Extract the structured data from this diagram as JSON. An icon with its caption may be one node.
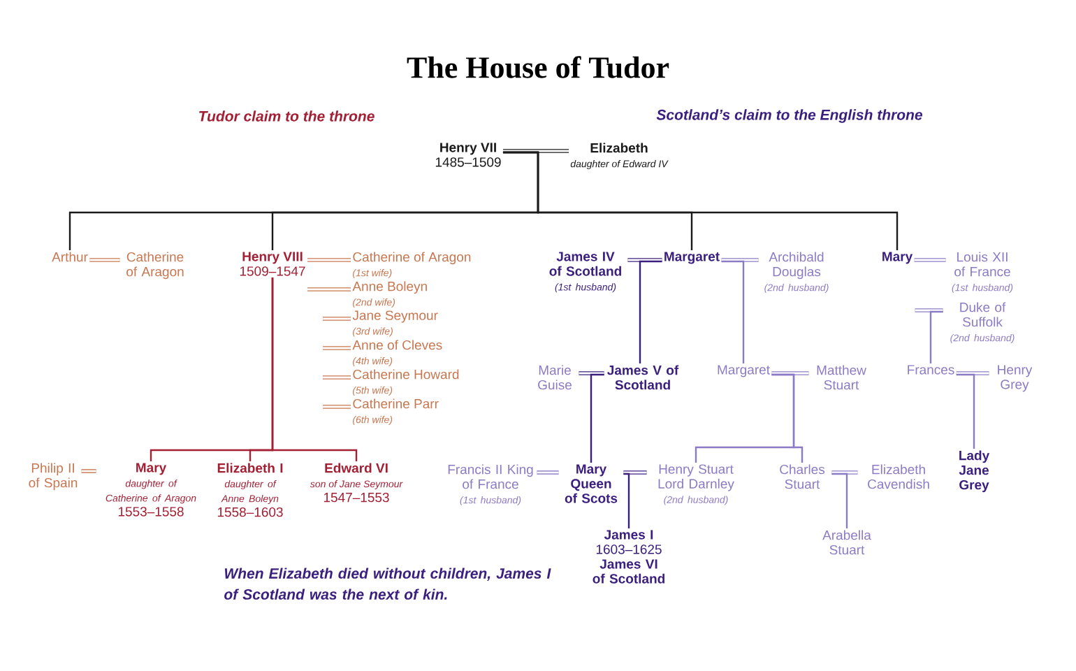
{
  "diagram": {
    "title": "The House of Tudor",
    "nodes": [
      {
        "text": [
          "Henry VII",
          "1485–1509"
        ]
      },
      {
        "text": [
          "Elizabeth",
          "daughter of Edward IV"
        ]
      },
      {
        "text": [
          "Arthur"
        ]
      },
      {
        "text": [
          "Catherine of Aragon"
        ]
      },
      {
        "text": [
          "Henry VIII",
          "1509–1547"
        ]
      },
      {
        "text": [
          "Catherine of Aragon",
          "(1st wife)"
        ]
      },
      {
        "text": [
          "Anne Boleyn",
          "(2nd wife)"
        ]
      },
      {
        "text": [
          "Jane Seymour",
          "(3rd wife)"
        ]
      },
      {
        "text": [
          "Anne of Cleves",
          "(4th wife)"
        ]
      },
      {
        "text": [
          "Catherine Howard",
          "(5th wife)"
        ]
      },
      {
        "text": [
          "Catherine Parr",
          "(6th wife)"
        ]
      },
      {
        "text": [
          "James IV of Scotland",
          "(1st husband)"
        ]
      },
      {
        "text": [
          "Margaret"
        ]
      },
      {
        "text": [
          "Archibald Douglas",
          "(2nd husband)"
        ]
      },
      {
        "text": [
          "Mary"
        ]
      },
      {
        "text": [
          "Louis XII of France",
          "(1st husband)"
        ]
      },
      {
        "text": [
          "Duke of Suffolk",
          "(2nd husband)"
        ]
      },
      {
        "text": [
          "Marie Guise"
        ]
      },
      {
        "text": [
          "James V of Scotland"
        ]
      },
      {
        "text": [
          "Margaret"
        ]
      },
      {
        "text": [
          "Matthew Stuart"
        ]
      },
      {
        "text": [
          "Frances"
        ]
      },
      {
        "text": [
          "Henry Grey"
        ]
      },
      {
        "text": [
          "Philip II of Spain"
        ]
      },
      {
        "text": [
          "Mary",
          "daughter of Catherine of Aragon",
          "1553–1558"
        ]
      },
      {
        "text": [
          "Elizabeth I",
          "daughter of Anne Boleyn",
          "1558–1603"
        ]
      },
      {
        "text": [
          "Edward VI",
          "son of Jane Seymour",
          "1547–1553"
        ]
      },
      {
        "text": [
          "Francis II King of France",
          "(1st husband)"
        ]
      },
      {
        "text": [
          "Mary Queen of Scots"
        ]
      },
      {
        "text": [
          "Henry Stuart Lord Darnley",
          "(2nd husband)"
        ]
      },
      {
        "text": [
          "Charles Stuart"
        ]
      },
      {
        "text": [
          "Elizabeth Cavendish"
        ]
      },
      {
        "text": [
          "Lady Jane Grey"
        ]
      },
      {
        "text": [
          "James I",
          "1603–1625",
          "James VI of Scotland"
        ]
      },
      {
        "text": [
          "Arabella Stuart"
        ]
      }
    ],
    "edges": [
      {
        "from": 0,
        "to": 1,
        "arrow": "none",
        "color": "#1a1a1a"
      },
      {
        "from": 2,
        "to": 3,
        "arrow": "none",
        "color": "#c8764f"
      },
      {
        "from": 4,
        "to": 5,
        "arrow": "none",
        "color": "#c8764f"
      },
      {
        "from": 4,
        "to": 6,
        "arrow": "none",
        "color": "#c8764f"
      },
      {
        "from": null,
        "to": 7,
        "arrow": "none",
        "color": "#c8764f"
      },
      {
        "from": null,
        "to": 8,
        "arrow": "none",
        "color": "#c8764f"
      },
      {
        "from": null,
        "to": 9,
        "arrow": "none",
        "color": "#c8764f"
      },
      {
        "from": null,
        "to": 10,
        "arrow": "none",
        "color": "#c8764f"
      },
      {
        "from": 11,
        "to": 12,
        "arrow": "none",
        "color": "#3b1f7e"
      },
      {
        "from": 12,
        "to": 13,
        "arrow": "none",
        "color": "#8b7bc4"
      },
      {
        "from": 14,
        "to": 15,
        "arrow": "none",
        "color": "#8b7bc4"
      },
      {
        "from": null,
        "to": 16,
        "arrow": "none",
        "color": "#8b7bc4"
      },
      {
        "from": 17,
        "to": 18,
        "arrow": "none",
        "color": "#3b1f7e"
      },
      {
        "from": 19,
        "to": 20,
        "arrow": "none",
        "color": "#8b7bc4"
      },
      {
        "from": 21,
        "to": 22,
        "arrow": "none",
        "color": "#8b7bc4"
      },
      {
        "from": 23,
        "to": 24,
        "arrow": "none",
        "color": "#c8764f"
      },
      {
        "from": 27,
        "to": 28,
        "arrow": "none",
        "color": "#8b7bc4"
      },
      {
        "from": 28,
        "to": 29,
        "arrow": "none",
        "color": "#3b1f7e"
      },
      {
        "from": 30,
        "to": 31,
        "arrow": "none",
        "color": "#8b7bc4"
      },
      {
        "from": 0,
        "to": 2,
        "arrow": "none",
        "color": "#1a1a1a"
      },
      {
        "from": 0,
        "to": 4,
        "arrow": "none",
        "color": "#1a1a1a"
      },
      {
        "from": 0,
        "to": 12,
        "arrow": "none",
        "color": "#1a1a1a"
      },
      {
        "from": 0,
        "to": 14,
        "arrow": "none",
        "color": "#1a1a1a"
      },
      {
        "from": 4,
        "to": 24,
        "arrow": "none",
        "color": "#a31f34"
      },
      {
        "from": 4,
        "to": 25,
        "arrow": "none",
        "color": "#a31f34"
      },
      {
        "from": 4,
        "to": 26,
        "arrow": "none",
        "color": "#a31f34"
      },
      {
        "from": 12,
        "to": 18,
        "arrow": "none",
        "color": "#3b1f7e"
      },
      {
        "from": 12,
        "to": 19,
        "arrow": "none",
        "color": "#8b7bc4"
      },
      {
        "from": 16,
        "to": 21,
        "arrow": "none",
        "color": "#8b7bc4"
      },
      {
        "from": 18,
        "to": 28,
        "arrow": "none",
        "color": "#3b1f7e"
      },
      {
        "from": 19,
        "to": 29,
        "arrow": "none",
        "color": "#8b7bc4"
      },
      {
        "from": 19,
        "to": 30,
        "arrow": "none",
        "color": "#8b7bc4"
      },
      {
        "from": 21,
        "to": 32,
        "arrow": "none",
        "color": "#8b7bc4"
      },
      {
        "from": 28,
        "to": 33,
        "arrow": "none",
        "color": "#3b1f7e"
      },
      {
        "from": 30,
        "to": 34,
        "arrow": "none",
        "color": "#8b7bc4"
      }
    ],
    "labels": [
      "Tudor claim to the throne",
      "Scotland’s claim to the English throne",
      "When Elizabeth died without children, James I of Scotland was the next of kin."
    ]
  }
}
